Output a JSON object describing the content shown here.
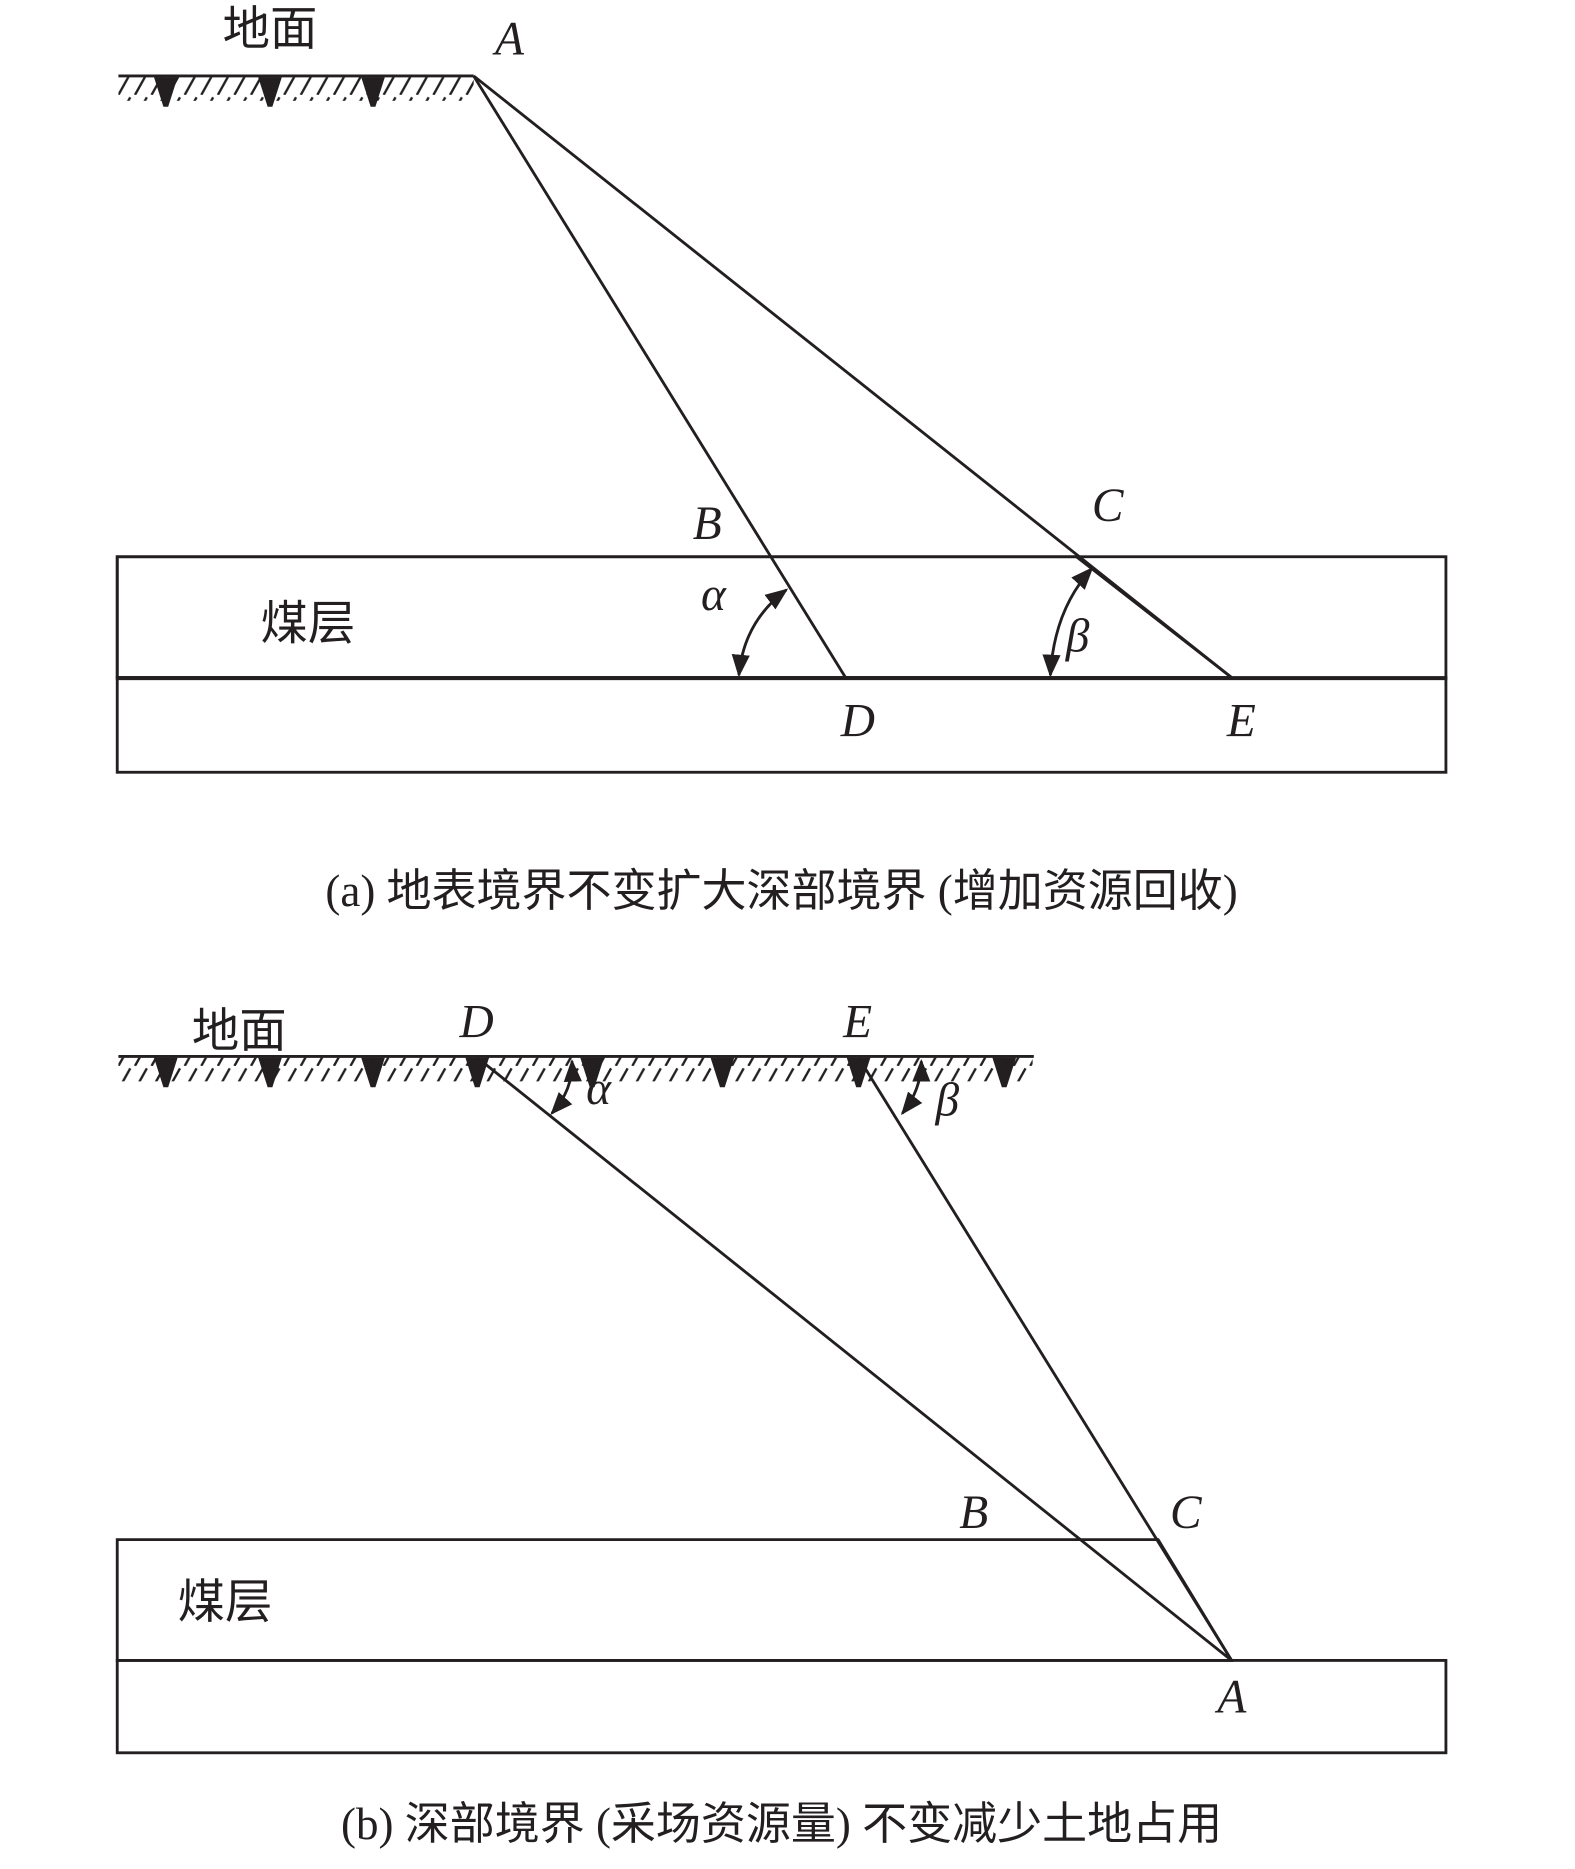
{
  "panel_a": {
    "ground_label": "地面",
    "seam_label": "煤层",
    "points": {
      "A": "A",
      "B": "B",
      "C": "C",
      "D": "D",
      "E": "E"
    },
    "angles": {
      "alpha": "α",
      "beta": "β"
    },
    "caption": "(a) 地表境界不变扩大深部境界 (增加资源回收)"
  },
  "panel_b": {
    "ground_label": "地面",
    "seam_label": "煤层",
    "points": {
      "A": "A",
      "B": "B",
      "C": "C",
      "D": "D",
      "E": "E"
    },
    "angles": {
      "alpha": "α",
      "beta": "β"
    },
    "caption": "(b) 深部境界 (采场资源量) 不变减少土地占用"
  },
  "colors": {
    "seam": "#918f90",
    "line": "#231f20"
  }
}
